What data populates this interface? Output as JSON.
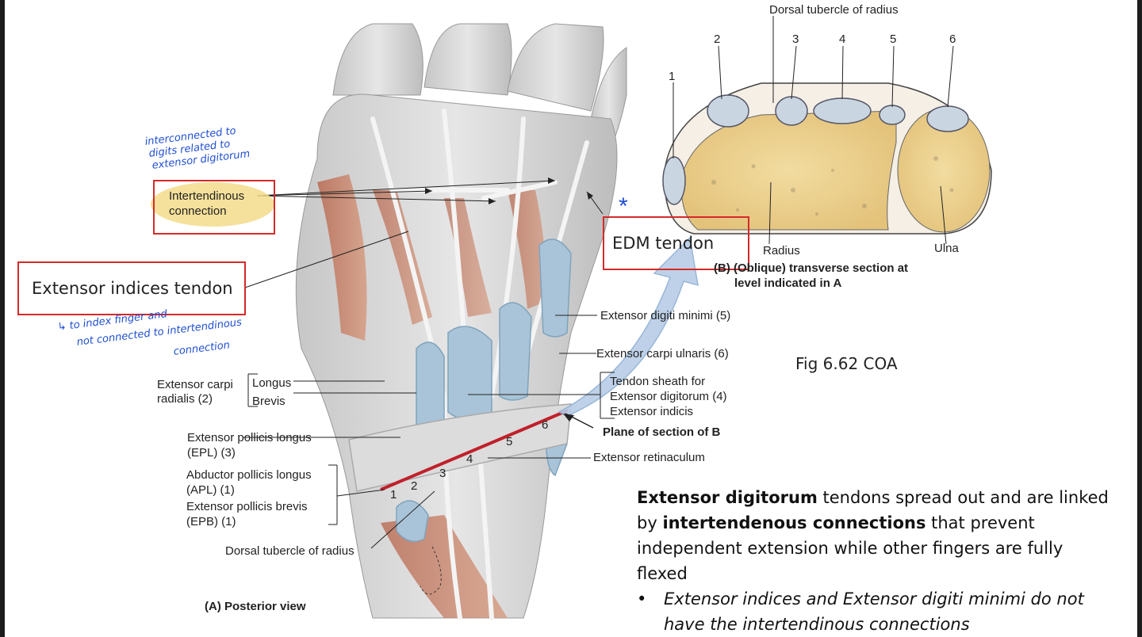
{
  "panel_a": {
    "caption": "(A) Posterior view",
    "labels": {
      "intertendinous_connection": "Intertendinous\nconnection",
      "extensor_indices_tendon": "Extensor indices tendon",
      "edm_tendon": "EDM tendon",
      "extensor_digiti_minimi": "Extensor digiti minimi (5)",
      "extensor_carpi_ulnaris": "Extensor carpi ulnaris (6)",
      "tendon_sheath_line1": "Tendon sheath for",
      "tendon_sheath_line2": "Extensor digitorum (4)",
      "tendon_sheath_line3": "Extensor indicis",
      "plane_of_section": "Plane of section of B",
      "extensor_retinaculum": "Extensor retinaculum",
      "ecr_line1": "Extensor carpi",
      "ecr_line2": "radialis (2)",
      "longus": "Longus",
      "brevis": "Brevis",
      "epl_line1": "Extensor pollicis longus",
      "epl_line2": "(EPL) (3)",
      "apl_line1": "Abductor pollicis longus",
      "apl_line2": "(APL) (1)",
      "epb_line1": "Extensor pollicis brevis",
      "epb_line2": "(EPB) (1)",
      "dorsal_tubercle": "Dorsal tubercle of radius"
    },
    "compartment_numbers": [
      "1",
      "2",
      "3",
      "4",
      "5",
      "6"
    ]
  },
  "panel_b": {
    "top_label": "Dorsal tubercle of radius",
    "numbers": [
      "1",
      "2",
      "3",
      "4",
      "5",
      "6"
    ],
    "radius_label": "Radius",
    "ulna_label": "Ulna",
    "caption_line1": "(B) (Oblique) transverse section at",
    "caption_line2": "level indicated in A"
  },
  "annotations": {
    "handwritten_top": [
      "interconnected to",
      "digits related to",
      "extensor digitorum"
    ],
    "handwritten_bottom": [
      "↳ to index finger and",
      "not connected to intertendinous",
      "connection"
    ],
    "asterisk": "*"
  },
  "figure_ref": "Fig 6.62 COA",
  "body": {
    "bold1": "Extensor digitorum",
    "text1": " tendons spread out and are linked by ",
    "bold2": "intertendenous connections",
    "text2": " that prevent independent extension while other fingers are fully flexed",
    "bullet_symbol": "•",
    "bullet": "Extensor indices and Extensor digiti minimi do not have the intertendinous connections"
  },
  "colors": {
    "annotation_red": "#d42a2a",
    "handwriting_blue": "#1f4fd1",
    "highlight_yellow": "#f3dc8a",
    "arrow_blue": "#b8cde6"
  }
}
